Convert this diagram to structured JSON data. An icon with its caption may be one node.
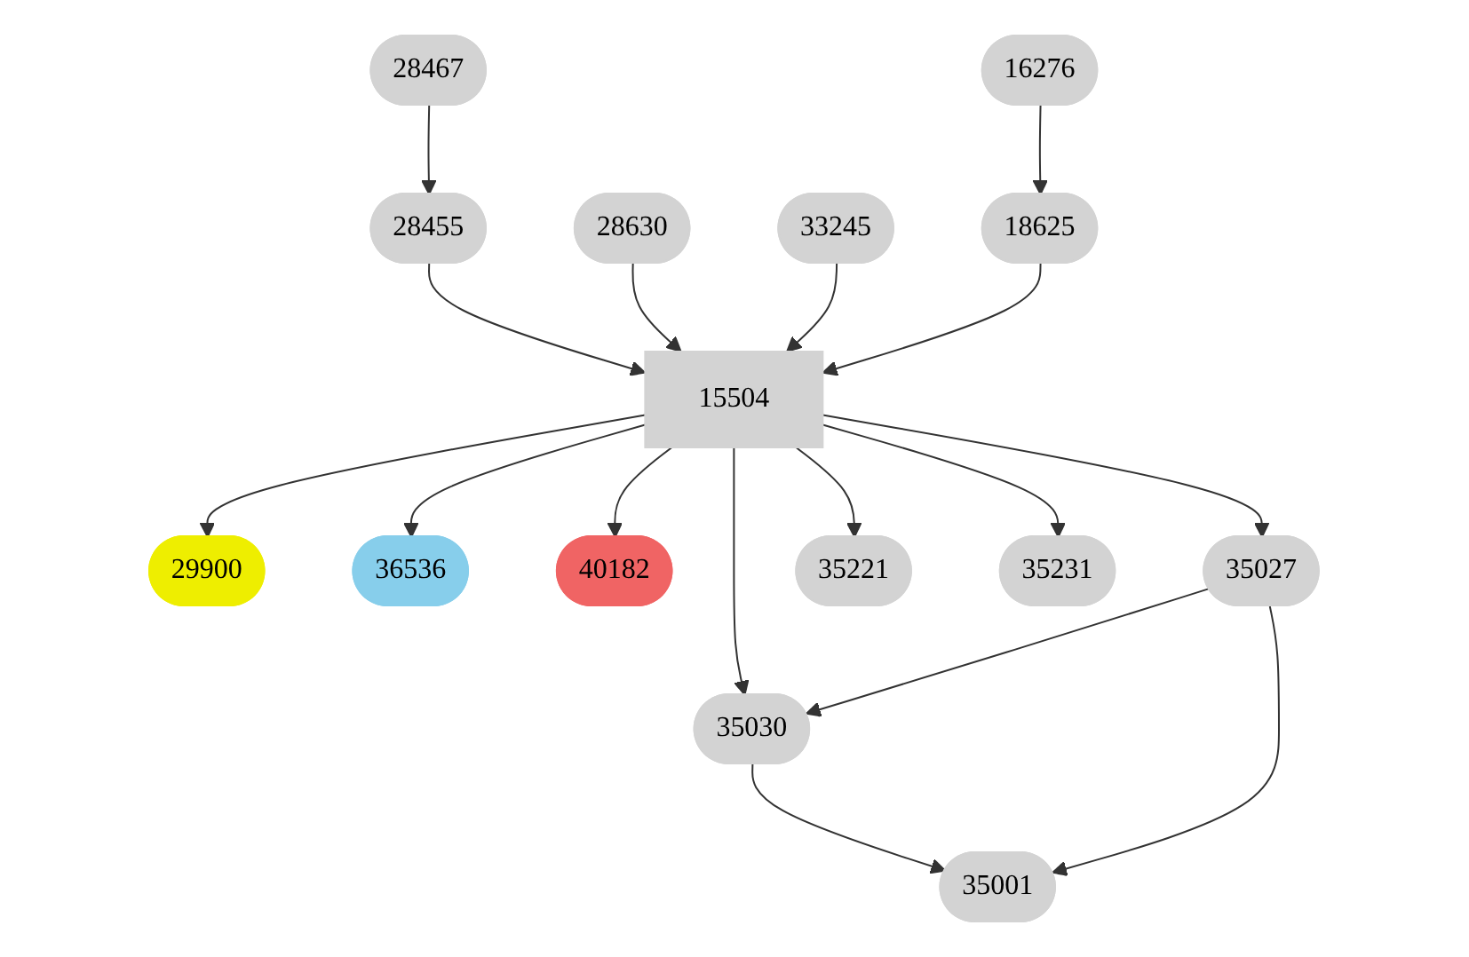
{
  "diagram": {
    "nodes": [
      {
        "text": [
          "28467"
        ]
      },
      {
        "text": [
          "16276"
        ]
      },
      {
        "text": [
          "28455"
        ]
      },
      {
        "text": [
          "28630"
        ]
      },
      {
        "text": [
          "33245"
        ]
      },
      {
        "text": [
          "18625"
        ]
      },
      {
        "text": [
          "15504"
        ]
      },
      {
        "text": [
          "29900"
        ]
      },
      {
        "text": [
          "36536"
        ]
      },
      {
        "text": [
          "40182"
        ]
      },
      {
        "text": [
          "35027"
        ]
      },
      {
        "text": [
          "35221"
        ]
      },
      {
        "text": [
          "35231"
        ]
      },
      {
        "text": [
          "35030"
        ]
      },
      {
        "text": [
          "35001"
        ]
      }
    ],
    "edges": [
      {
        "from": 0,
        "to": 2,
        "arrow": "to"
      },
      {
        "from": 1,
        "to": 5,
        "arrow": "to"
      },
      {
        "from": 2,
        "to": 6,
        "arrow": "to"
      },
      {
        "from": 3,
        "to": 6,
        "arrow": "to"
      },
      {
        "from": 4,
        "to": 6,
        "arrow": "to"
      },
      {
        "from": 5,
        "to": 6,
        "arrow": "to"
      },
      {
        "from": 6,
        "to": 7,
        "arrow": "to"
      },
      {
        "from": 6,
        "to": 8,
        "arrow": "to"
      },
      {
        "from": 6,
        "to": 9,
        "arrow": "to"
      },
      {
        "from": 6,
        "to": 13,
        "arrow": "to"
      },
      {
        "from": 6,
        "to": 10,
        "arrow": "to"
      },
      {
        "from": 6,
        "to": 11,
        "arrow": "to"
      },
      {
        "from": 6,
        "to": 12,
        "arrow": "to"
      },
      {
        "from": 10,
        "to": 13,
        "arrow": "to"
      },
      {
        "from": 13,
        "to": 14,
        "arrow": "to"
      },
      {
        "from": 10,
        "to": 14,
        "arrow": "to"
      }
    ]
  }
}
